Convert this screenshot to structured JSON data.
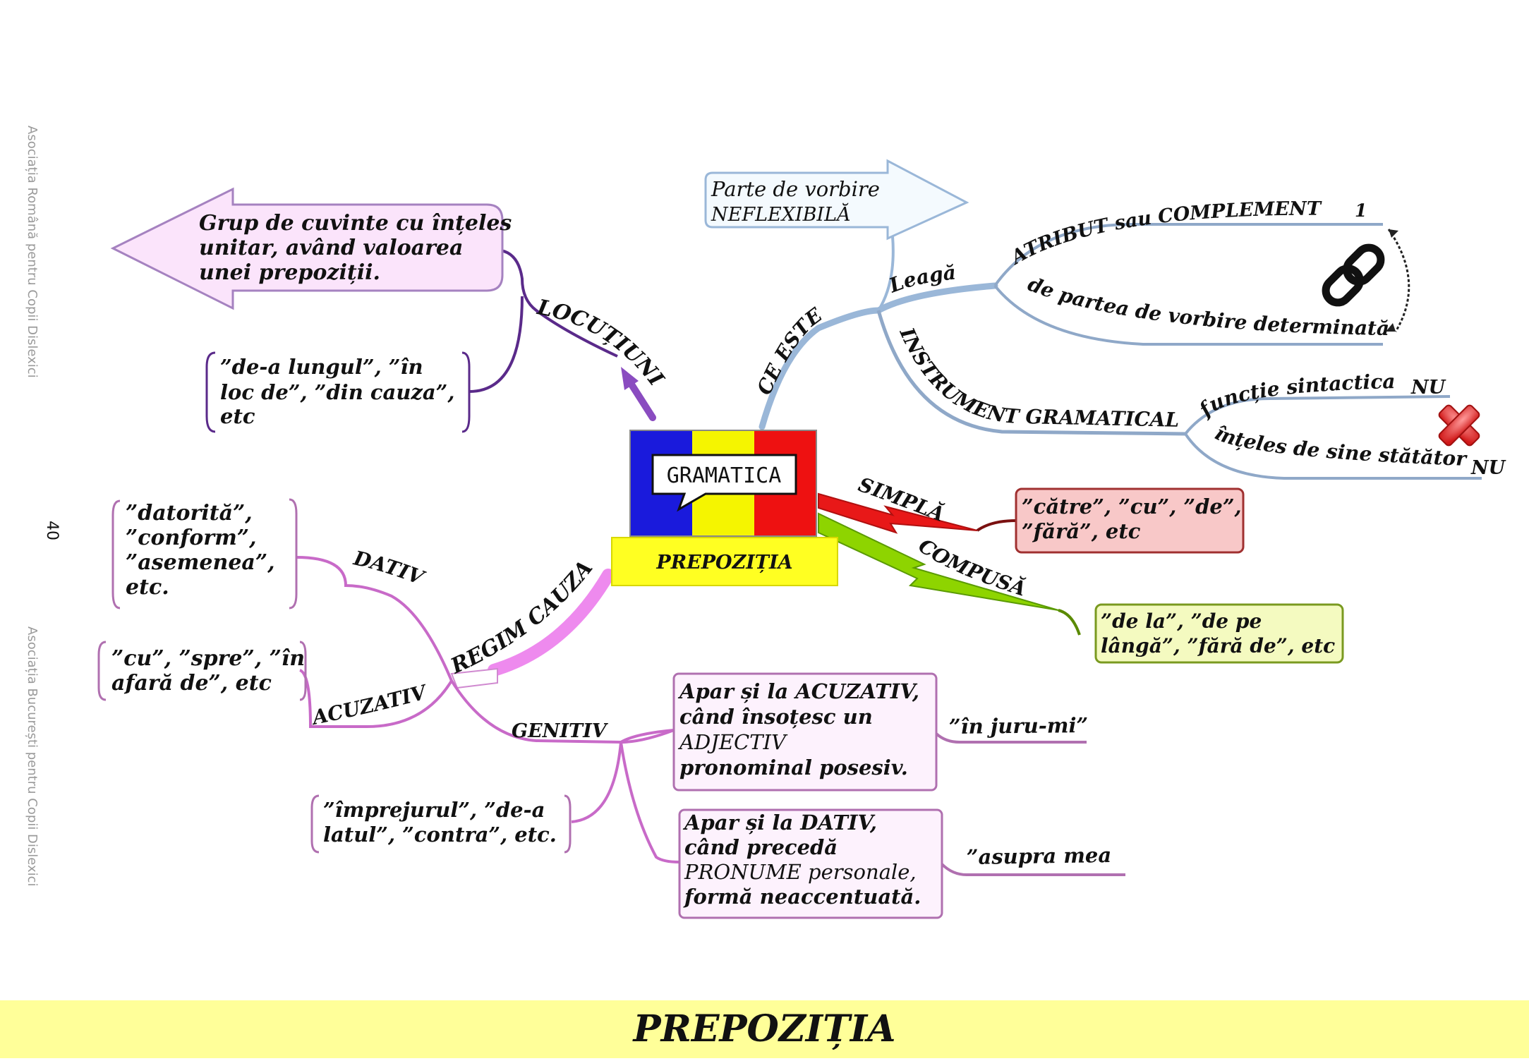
{
  "side_texts": {
    "left_top": "Asociația Română pentru Copii Dislexici",
    "page_number": "40",
    "left_bottom": "Asociația București pentru Copii Dislexici"
  },
  "center": {
    "speech_label": "GRAMATICA",
    "title": "PREPOZIȚIA",
    "flag_colors": [
      "#1a1adc",
      "#f5f500",
      "#ee1111"
    ],
    "title_bg": "#ffff22"
  },
  "ce_este": {
    "branch_label": "CE ESTE?",
    "definition_line1": "Parte de vorbire",
    "definition_line2": "NEFLEXIBILĂ",
    "leaga_label": "Leagă",
    "atribut_label": "ATRIBUT sau COMPLEMENT",
    "atribut_number": "1",
    "determinata_label": "de partea de vorbire determinată",
    "instrument_label": "INSTRUMENT GRAMATICAL",
    "functie_label": "funcție sintactica",
    "functie_value": "NU",
    "inteles_label": "înțeles de sine stătător",
    "inteles_value": "NU",
    "color": "#8fa8c8"
  },
  "locutiuni": {
    "branch_label": "LOCUȚIUNI",
    "definition": [
      "Grup de cuvinte cu înțeles",
      "unitar, având valoarea",
      "unei prepoziții."
    ],
    "examples": [
      "”de-a lungul”, ”în",
      "loc de”, ”din cauza”,",
      "etc"
    ],
    "color": "#7a3fa0"
  },
  "simpla": {
    "branch_label": "SIMPLĂ",
    "examples": [
      "”către”, ”cu”, ”de”,",
      "”fără”, etc"
    ],
    "color": "#cc1111"
  },
  "compusa": {
    "branch_label": "COMPUSĂ",
    "examples": [
      "”de la”, ”de pe",
      "lângă”, ”fără de”, etc"
    ],
    "color": "#7ab800"
  },
  "regim_cauzal": {
    "branch_label": "REGIM CAUZAL",
    "color": "#e080e0",
    "dativ": {
      "label": "DATIV",
      "examples": [
        "”datorită”,",
        "”conform”,",
        "”asemenea”,",
        "etc."
      ]
    },
    "acuzativ": {
      "label": "ACUZATIV",
      "examples": [
        "”cu”, ”spre”, ”în",
        "afară de”, etc"
      ]
    },
    "genitiv": {
      "label": "GENITIV",
      "examples": [
        "”împrejurul”, ”de-a",
        "latul”, ”contra”, etc."
      ],
      "note1": [
        "Apar și la ACUZATIV,",
        "când însoțesc un",
        "ADJECTIV",
        "pronominal posesiv."
      ],
      "note1_example": "”în juru-mi”",
      "note2": [
        "Apar și la DATIV,",
        "când precedă",
        "PRONUME personale,",
        "formă neaccentuată."
      ],
      "note2_example": "”asupra mea”"
    }
  },
  "footer": {
    "title": "PREPOZIȚIA"
  }
}
